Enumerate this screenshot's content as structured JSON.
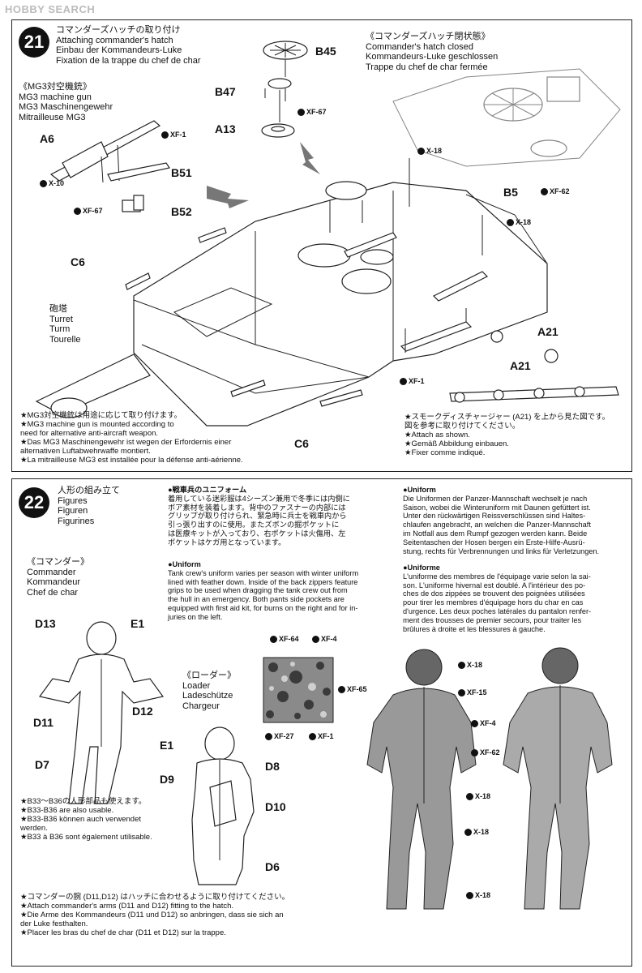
{
  "watermark": "HOBBY SEARCH",
  "step21": {
    "number": "21",
    "title": [
      "コマンダーズハッチの取り付け",
      "Attaching commander's hatch",
      "Einbau der Kommandeurs-Luke",
      "Fixation de la trappe du chef de char"
    ],
    "mg3_title": [
      "《MG3対空機銃》",
      "MG3 machine gun",
      "MG3 Maschinengewehr",
      "Mitrailleuse MG3"
    ],
    "closed_title": [
      "《コマンダーズハッチ閉状態》",
      "Commander's hatch closed",
      "Kommandeurs-Luke geschlossen",
      "Trappe du chef de char fermée"
    ],
    "turret_label": [
      "砲塔",
      "Turret",
      "Turm",
      "Tourelle"
    ],
    "parts": {
      "b45": "B45",
      "b47": "B47",
      "a13": "A13",
      "a6": "A6",
      "b51": "B51",
      "b52": "B52",
      "c6a": "C6",
      "c6b": "C6",
      "b5": "B5",
      "a21a": "A21",
      "a21b": "A21"
    },
    "paints": {
      "xf67a": "XF-67",
      "xf1a": "XF-1",
      "x10": "X-10",
      "xf67b": "XF-67",
      "x18a": "X-18",
      "xf62": "XF-62",
      "x18b": "X-18",
      "xf1b": "XF-1"
    },
    "note_left": [
      "★MG3対空機銃は用途に応じて取り付けます。",
      "★MG3 machine gun is mounted according to",
      "need for alternative anti-aircraft weapon.",
      "★Das MG3 Maschinengewehr ist wegen der Erfordernis einer",
      "alternativen Luftabwehrwaffe montiert.",
      "★La mitrailleuse MG3 est installée pour la défense anti-aérienne."
    ],
    "note_right": [
      "★スモークディスチャージャー (A21) を上から見た図です。",
      "図を参考に取り付けてください。",
      "★Attach as shown.",
      "★Gemäß Abbildung einbauen.",
      "★Fixer comme indiqué."
    ]
  },
  "step22": {
    "number": "22",
    "title": [
      "人形の組み立て",
      "Figures",
      "Figuren",
      "Figurines"
    ],
    "commander_title": [
      "《コマンダー》",
      "Commander",
      "Kommandeur",
      "Chef de char"
    ],
    "loader_title": [
      "《ローダー》",
      "Loader",
      "Ladeschütze",
      "Chargeur"
    ],
    "parts": {
      "d13": "D13",
      "e1a": "E1",
      "d11": "D11",
      "d12": "D12",
      "d7": "D7",
      "e1b": "E1",
      "d8": "D8",
      "d9": "D9",
      "d10": "D10",
      "d6": "D6"
    },
    "camo_paints": {
      "xf64": "XF-64",
      "x4": "XF-4",
      "xf65": "XF-65",
      "xf27": "XF-27",
      "xf1": "XF-1"
    },
    "figure_paints": {
      "p1": "X-18",
      "p2": "XF-15",
      "p3": "XF-4",
      "p4": "XF-62",
      "p5": "X-18",
      "p6": "X-18",
      "p7": "X-18"
    },
    "uniform_jp": [
      "●戦車兵のユニフォーム",
      "着用している迷彩服は4シーズン兼用で冬季には内側に",
      "ボア素材を装着します。背中のファスナーの内部には",
      "グリップが取り付けられ、緊急時に兵士を戦車内から",
      "引っ張り出すのに使用。またズボンの掘ポケットに",
      "は医療キットが入っており、右ポケットは火傷用、左",
      "ポケットはケガ用となっています。"
    ],
    "uniform_en": [
      "●Uniform",
      "Tank crew's uniform varies per season with winter uniform",
      "lined with feather down. Inside of the back zippers feature",
      "grips to be used when dragging the tank crew out from",
      "the hull in an emergency. Both pants side pockets are",
      "equipped with first aid kit, for burns on the right and for in-",
      "juries on the left."
    ],
    "uniform_de": [
      "●Uniform",
      "Die Uniformen der Panzer-Mannschaft wechselt je nach",
      "Saison, wobei die Winteruniform mit Daunen gefüttert ist.",
      "Unter den rückwärtigen Reissverschlüssen sind Haltes-",
      "chlaufen angebracht, an welchen die Panzer-Mannschaft",
      "im Notfall aus dem Rumpf gezogen werden kann. Beide",
      "Seitentaschen der Hosen bergen ein Erste-Hilfe-Ausrü-",
      "stung, rechts für Verbrennungen und links für Verletzungen."
    ],
    "uniform_fr": [
      "●Uniforme",
      "L'uniforme des membres de l'équipage varie selon la sai-",
      "son. L'uniforme hivernal est doublé. A l'intérieur des po-",
      "ches de dos zippées se trouvent des poignées utilisées",
      "pour tirer les membres d'équipage hors du char en cas",
      "d'urgence. Les deux poches latérales du pantalon renfer-",
      "ment des trousses de premier secours, pour traiter les",
      "brûlures à droite et les blessures à gauche."
    ],
    "note_b33": [
      "★B33～B36の人形部品も使えます。",
      "★B33-B36 are also usable.",
      "★B33-B36 können auch verwendet",
      "werden.",
      "★B33 à B36 sont également utilisable."
    ],
    "note_arms": [
      "★コマンダーの腕 (D11,D12) はハッチに合わせるように取り付けてください。",
      "★Attach commander's arms (D11 and D12) fitting to the hatch.",
      "★Die Arme des Kommandeurs (D11 und D12) so anbringen, dass sie sich an",
      "der Luke festhalten.",
      "★Placer les bras du chef de char (D11 et D12) sur la trappe."
    ]
  }
}
